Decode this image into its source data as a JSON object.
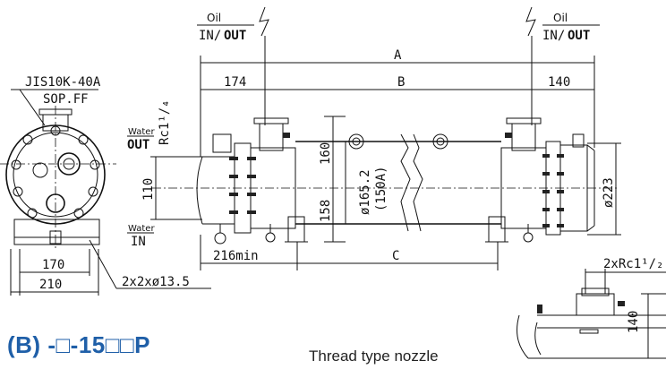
{
  "oil_left": {
    "top": "Oil",
    "bottom_in": "IN/",
    "bottom_out": "OUT"
  },
  "oil_right": {
    "top": "Oil",
    "bottom_in": "IN/",
    "bottom_out": "OUT"
  },
  "water_out": {
    "top": "Water",
    "bottom": "OUT"
  },
  "water_in": {
    "top": "Water",
    "bottom": "IN"
  },
  "flange": {
    "line1": "JIS10K-40A",
    "line2": "SOP.FF"
  },
  "dimensions": {
    "A": "A",
    "B": "B",
    "C": "C",
    "d174": "174",
    "d140": "140",
    "d160": "160",
    "d158": "158",
    "d110": "110",
    "d170": "170",
    "d210": "210",
    "d216": "216min",
    "d165": "ø165.2",
    "d150a": "(150A)",
    "d223": "ø223",
    "rc_left": "Rc1¹/₄",
    "bolt_holes": "2x2xø13.5",
    "rc_right": "2xRc1¹/₂",
    "d140_detail": "140"
  },
  "model_label": "(B) -□-15□□P",
  "caption": "Thread type nozzle"
}
